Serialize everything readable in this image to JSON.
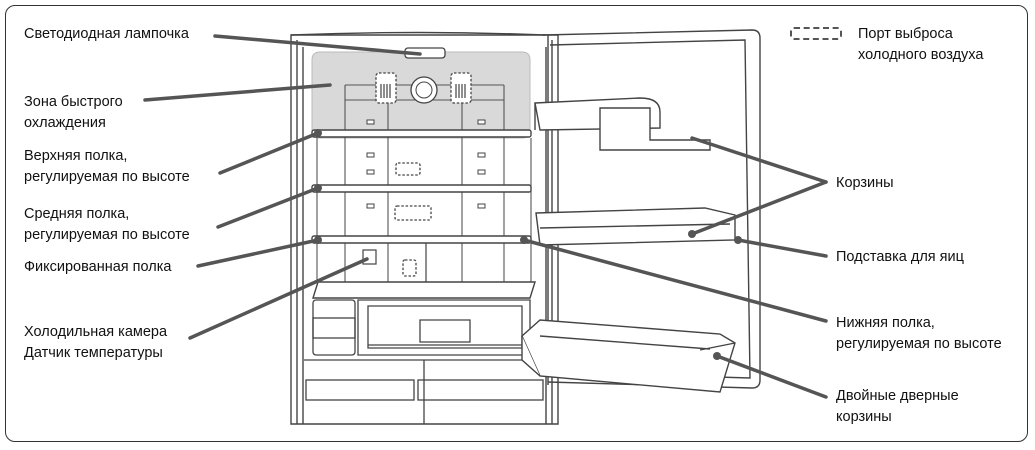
{
  "labels": {
    "led_lamp": "Светодиодная лампочка",
    "quick_cool_line1": "Зона быстрого",
    "quick_cool_line2": "охлаждения",
    "upper_shelf_line1": "Верхняя полка,",
    "upper_shelf_line2": "регулируемая по высоте",
    "middle_shelf_line1": "Средняя полка,",
    "middle_shelf_line2": "регулируемая по высоте",
    "fixed_shelf": "Фиксированная полка",
    "chiller_line1": "Холодильная камера",
    "chiller_line2": "Датчик температуры",
    "legend_line1": "Порт выброса",
    "legend_line2": "холодного воздуха",
    "baskets": "Корзины",
    "egg_tray": "Подставка для яиц",
    "lower_shelf_line1": "Нижняя полка,",
    "lower_shelf_line2": "регулируемая по высоте",
    "double_baskets_line1": "Двойные дверные",
    "double_baskets_line2": "корзины"
  },
  "colors": {
    "line": "#444444",
    "leader": "#555555",
    "quick_cool_zone": "#d9d9d9"
  }
}
